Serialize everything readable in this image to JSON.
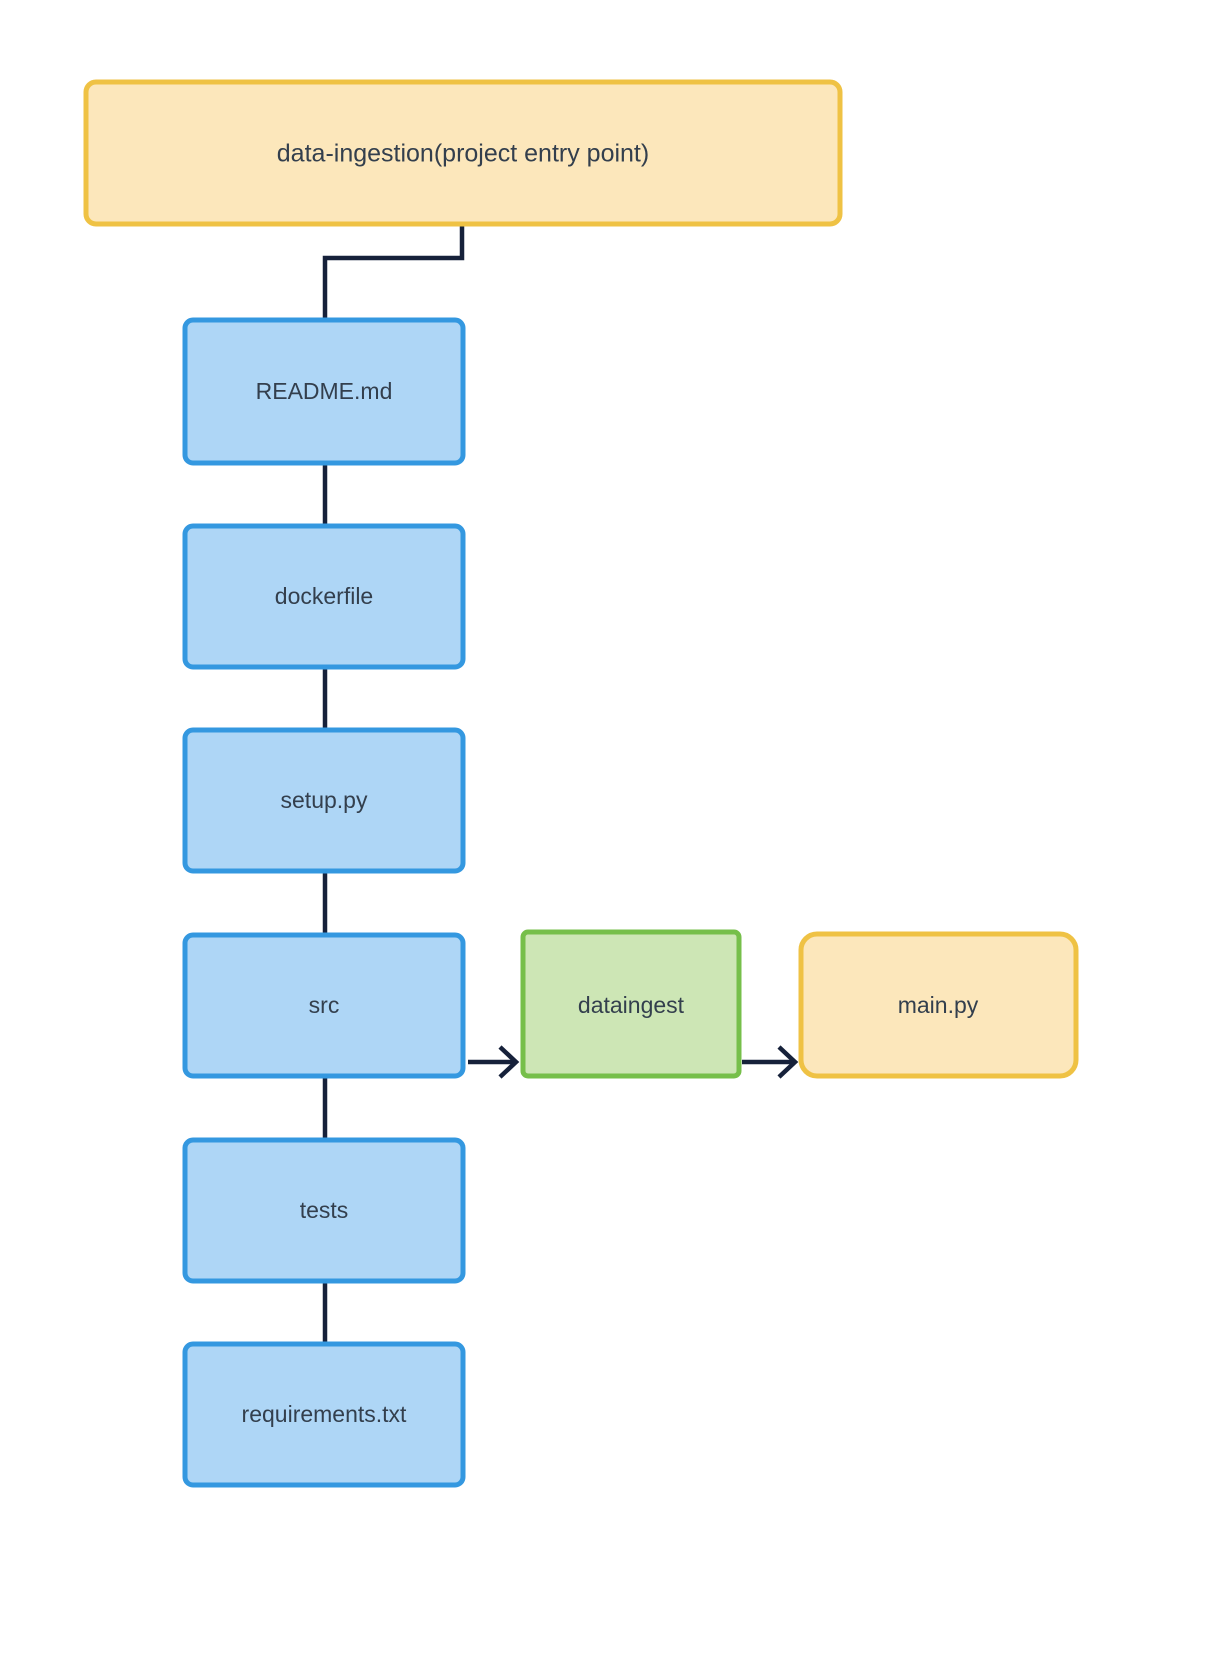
{
  "diagram": {
    "title": "data-ingestion project structure",
    "background": "#ffffff",
    "edge_color": "#16213a",
    "text_color": "#333f4d",
    "styles": {
      "blue": {
        "fill": "#aed6f6",
        "stroke": "#3498e0"
      },
      "green": {
        "fill": "#cde6b5",
        "stroke": "#76bf4a"
      },
      "orange": {
        "fill": "#fce7bb",
        "stroke": "#efc244"
      }
    },
    "nodes": [
      {
        "id": "root",
        "label": "data-ingestion(project entry point)",
        "style": "orange"
      },
      {
        "id": "readme",
        "label": "README.md",
        "style": "blue"
      },
      {
        "id": "dockerfile",
        "label": "dockerfile",
        "style": "blue"
      },
      {
        "id": "setup",
        "label": "setup.py",
        "style": "blue"
      },
      {
        "id": "src",
        "label": "src",
        "style": "blue"
      },
      {
        "id": "dataingest",
        "label": "dataingest",
        "style": "green"
      },
      {
        "id": "mainpy",
        "label": "main.py",
        "style": "orange"
      },
      {
        "id": "tests",
        "label": "tests",
        "style": "blue"
      },
      {
        "id": "requirements",
        "label": "requirements.txt",
        "style": "blue"
      }
    ],
    "edges": [
      {
        "from": "root",
        "to": "readme",
        "arrow": false,
        "kind": "elbow"
      },
      {
        "from": "readme",
        "to": "dockerfile",
        "arrow": false,
        "kind": "vertical"
      },
      {
        "from": "dockerfile",
        "to": "setup",
        "arrow": false,
        "kind": "vertical"
      },
      {
        "from": "setup",
        "to": "src",
        "arrow": false,
        "kind": "vertical"
      },
      {
        "from": "src",
        "to": "dataingest",
        "arrow": true,
        "kind": "horizontal"
      },
      {
        "from": "dataingest",
        "to": "mainpy",
        "arrow": true,
        "kind": "horizontal"
      },
      {
        "from": "src",
        "to": "tests",
        "arrow": false,
        "kind": "vertical"
      },
      {
        "from": "tests",
        "to": "requirements",
        "arrow": false,
        "kind": "vertical"
      }
    ]
  }
}
